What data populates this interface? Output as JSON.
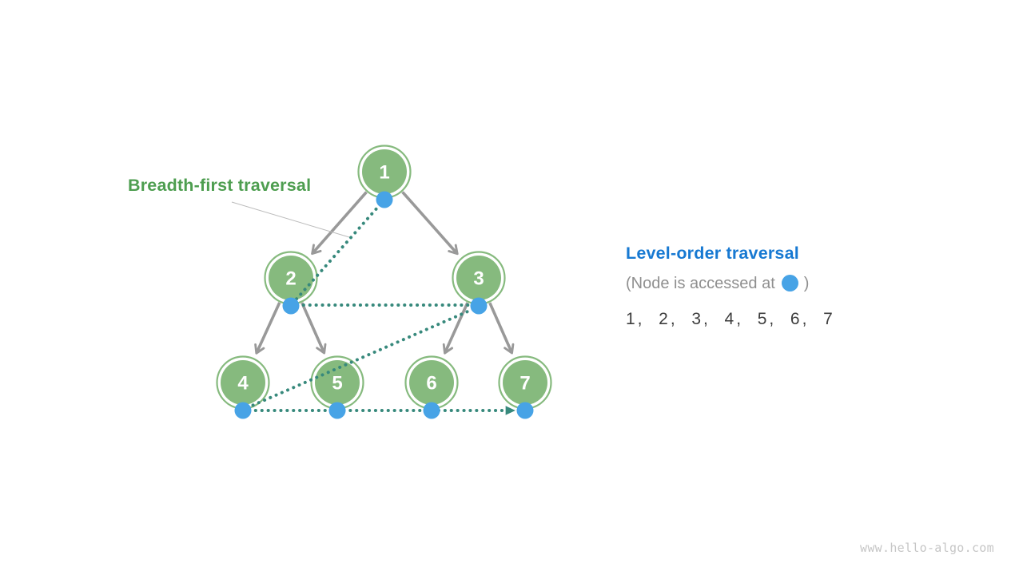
{
  "diagram": {
    "bfs_label": "Breadth-first traversal",
    "tree": {
      "nodes": [
        {
          "label": "1"
        },
        {
          "label": "2"
        },
        {
          "label": "3"
        },
        {
          "label": "4"
        },
        {
          "label": "5"
        },
        {
          "label": "6"
        },
        {
          "label": "7"
        }
      ],
      "edges": [
        [
          "1",
          "2"
        ],
        [
          "1",
          "3"
        ],
        [
          "2",
          "4"
        ],
        [
          "2",
          "5"
        ],
        [
          "3",
          "6"
        ],
        [
          "3",
          "7"
        ]
      ],
      "traversal_path": [
        "1",
        "2",
        "3",
        "4",
        "5",
        "6",
        "7"
      ]
    }
  },
  "panel": {
    "title": "Level-order traversal",
    "note_prefix": "(Node is accessed at",
    "note_suffix": ")",
    "sequence": "1,  2,  3,  4,  5,  6,  7"
  },
  "watermark": "www.hello-algo.com",
  "colors": {
    "node_green": "#86ba7e",
    "label_green": "#4e9e50",
    "title_blue": "#1779d2",
    "access_blue": "#47a3e6",
    "trace_teal": "#37897c",
    "edge_gray": "#999999",
    "note_gray": "#8f8f8f",
    "sequence_dark": "#3d3d3d",
    "watermark_gray": "#c6c6c6"
  }
}
